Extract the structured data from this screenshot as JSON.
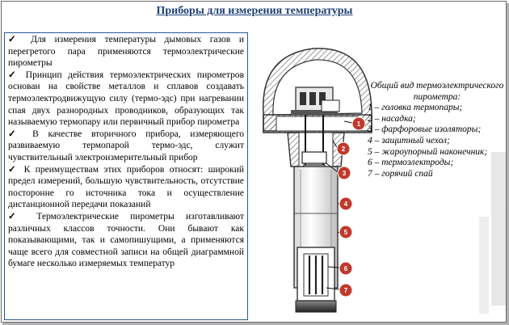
{
  "title": "Приборы для измерения температуры",
  "bullets": [
    "Для измерения температуры дымовых газов и перегретого пара применяются термоэлектрические пирометры",
    "Принцип действия термоэлектрических пирометров основан на свойстве металлов и сплавов создавать термоэлектродвижущую силу (термо-эдс) при нагревании спая двух разнородных проводников, образующих так называемую термопару или первичный прибор пирометра",
    "В качестве вторичного прибора, измеряющего развиваемую термопарой термо-эдс, служит чувствительный электроизмерительный прибор",
    "К преимуществам этих приборов относят: широкий предел измерений, большую чувствительность, отсутствие посторонне го источника тока и осуществление дистанционной передачи показаний",
    "Термоэлектрические пирометры изготавливают различных классов точности. Они бывают как показывающими, так и самопишущими, а применяются чаще всего для совместной записи на общей диаграммной бумаге несколько измеряемых температур"
  ],
  "check_mark": "✓",
  "caption": {
    "heading": "Общий вид термоэлектрического пирометра:",
    "items": [
      "1 – головка термопары;",
      "2 – насадка;",
      "3 – фарфоровые изоляторы;",
      "4 – защитный чехол;",
      "5 – жароупорный наконечник;",
      "6 – термоэлектроды;",
      "7 – горячий спай"
    ]
  },
  "markers": [
    "1",
    "2",
    "3",
    "4",
    "5",
    "6",
    "7"
  ],
  "colors": {
    "title": "#1f3f74",
    "border": "#2b5797",
    "marker": "#c0392b"
  }
}
